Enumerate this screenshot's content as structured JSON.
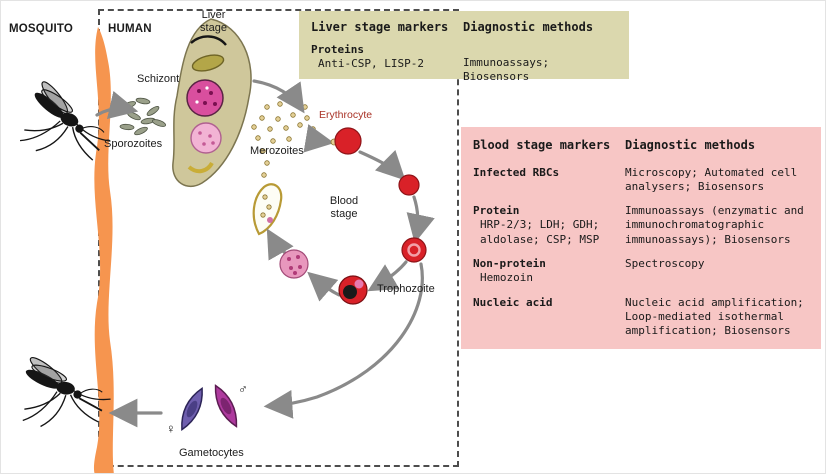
{
  "scene": {
    "mosquito_label": "MOSQUITO",
    "human_label": "HUMAN",
    "liver_stage_label": "Liver\nstage",
    "schizont_label": "Schizont",
    "sporozoites_label": "Sporozoites",
    "merozoites_label": "Merozoites",
    "erythrocyte_label": "Erythrocyte",
    "blood_stage_label": "Blood\nstage",
    "trophozoite_label": "Trophozoite",
    "gametocytes_label": "Gametocytes",
    "female_symbol": "♀",
    "male_symbol": "♂"
  },
  "liver_table": {
    "header_markers": "Liver stage markers",
    "header_methods": "Diagnostic methods",
    "row": {
      "marker": "Proteins",
      "detail": "Anti-CSP, LISP-2",
      "methods": "Immunoassays; Biosensors"
    }
  },
  "blood_table": {
    "header_markers": "Blood stage markers",
    "header_methods": "Diagnostic methods",
    "rows": [
      {
        "marker": "Infected RBCs",
        "detail": "",
        "methods": "Microscopy; Automated cell\nanalysers; Biosensors"
      },
      {
        "marker": "Protein",
        "detail": "HRP-2/3; LDH; GDH;\naldolase; CSP; MSP",
        "methods": "Immunoassays (enzymatic and\nimmunochromatographic\nimmunoassays); Biosensors"
      },
      {
        "marker": "Non-protein",
        "detail": "Hemozoin",
        "methods": "Spectroscopy"
      },
      {
        "marker": "Nucleic acid",
        "detail": "",
        "methods": "Nucleic acid amplification;\nLoop-mediated isothermal\namplification; Biosensors"
      }
    ]
  },
  "colors": {
    "liver_box_bg": "#dbd8ae",
    "blood_box_bg": "#f7c6c5",
    "erythrocyte_red": "#d92128",
    "band_orange": "#f6954f",
    "arrow_gray": "#8a8a8a",
    "gametocyte_female": "#6f5fae",
    "gametocyte_male": "#ae3a9e"
  }
}
